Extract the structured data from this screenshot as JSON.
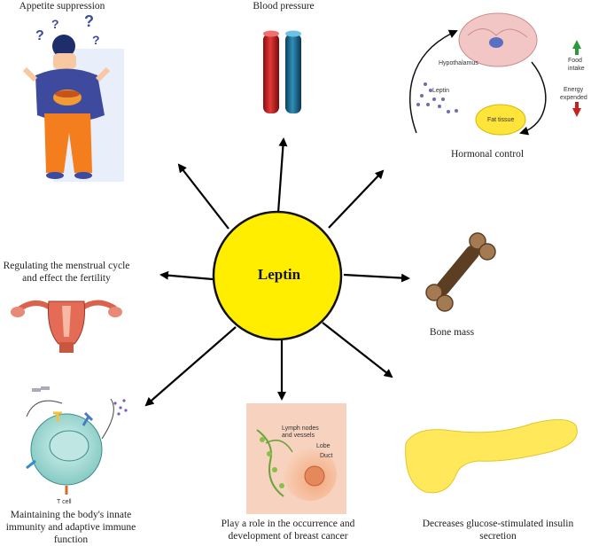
{
  "center": {
    "label": "Leptin"
  },
  "effects": [
    {
      "id": "appetite",
      "label": "Appetite suppression"
    },
    {
      "id": "blood",
      "label": "Blood pressure"
    },
    {
      "id": "hormonal",
      "label": "Hormonal control"
    },
    {
      "id": "bone",
      "label": "Bone mass"
    },
    {
      "id": "menstrual",
      "label": "Regulating the menstrual cycle and effect the fertility"
    },
    {
      "id": "immunity",
      "label": "Maintaining the body's innate immunity and adaptive immune function"
    },
    {
      "id": "breast",
      "label": "Play a role in the occurrence and development of breast cancer"
    },
    {
      "id": "insulin",
      "label": "Decreases glucose-stimulated insulin secretion"
    }
  ],
  "hormonal_diagram": {
    "hypothalamus": "Hypothalamus",
    "leptin": "Leptin",
    "fat_tissue": "Fat tissue",
    "food_intake": "Food intake",
    "energy_expended": "Energy expended"
  },
  "breast_diagram": {
    "lymph": "Lymph nodes and vessels",
    "lobe": "Lobe",
    "duct": "Duct"
  },
  "immune_diagram": {
    "tcell": "T cell"
  },
  "colors": {
    "center_fill": "#ffee00",
    "arrow": "#000000",
    "bone": "#a47a52",
    "pancreas": "#ffe85a"
  }
}
